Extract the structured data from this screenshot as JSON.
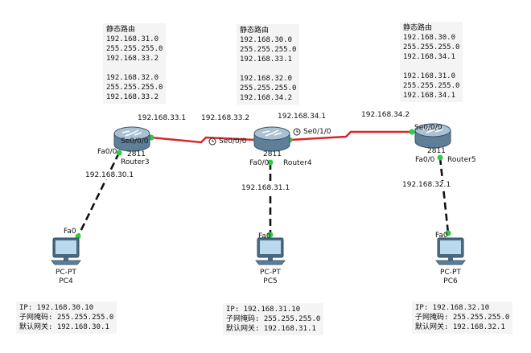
{
  "notes": {
    "router3": {
      "title": "静态路由",
      "lines": [
        "192.168.31.0",
        "255.255.255.0",
        "192.168.33.2",
        "",
        "192.168.32.0",
        "255.255.255.0",
        "192.168.33.2"
      ]
    },
    "router4": {
      "title": "静态路由",
      "lines": [
        "192.168.30.0",
        "255.255.255.0",
        "192.168.33.1",
        "",
        "192.168.32.0",
        "255.255.255.0",
        "192.168.34.2"
      ]
    },
    "router5": {
      "title": "静态路由",
      "lines": [
        "192.168.30.0",
        "255.255.255.0",
        "192.168.34.1",
        "",
        "192.168.31.0",
        "255.255.255.0",
        "192.168.34.1"
      ]
    },
    "pc4": [
      "IP: 192.168.30.10",
      "子网掩码: 255.255.255.0",
      "默认网关: 192.168.30.1"
    ],
    "pc5": [
      "IP: 192.168.31.10",
      "子网掩码: 255.255.255.0",
      "默认网关: 192.168.31.1"
    ],
    "pc6": [
      "IP: 192.168.32.10",
      "子网掩码: 255.255.255.0",
      "默认网关: 192.168.32.1"
    ]
  },
  "routers": {
    "r3": {
      "model": "2811",
      "name": "Router3"
    },
    "r4": {
      "model": "2811",
      "name": "Router4"
    },
    "r5": {
      "model": "2811",
      "name": "Router5"
    }
  },
  "pcs": {
    "pc4": {
      "type": "PC-PT",
      "name": "PC4",
      "port": "Fa0"
    },
    "pc5": {
      "type": "PC-PT",
      "name": "PC5",
      "port": "Fa0"
    },
    "pc6": {
      "type": "PC-PT",
      "name": "PC6",
      "port": "Fa0"
    }
  },
  "links": {
    "r3_r4": {
      "ip_left": "192.168.33.1",
      "ip_right": "192.168.33.2",
      "port_left": "Se0/0/0",
      "port_right": "Se0/0/0"
    },
    "r4_r5": {
      "ip_left": "192.168.34.1",
      "ip_right": "192.168.34.2",
      "port_left": "Se0/1/0",
      "port_right": "Se0/0/0"
    },
    "r3_pc4": {
      "ip": "192.168.30.1",
      "port": "Fa0/0"
    },
    "r4_pc5": {
      "ip": "192.168.31.1",
      "port": "Fa0/0"
    },
    "r5_pc6": {
      "ip": "192.168.32.1",
      "port": "Fa0/0"
    }
  },
  "colors": {
    "serial": "#d9262c",
    "ethernet": "#111111",
    "port_dot": "#2ecc40",
    "router_body": "#6d8da6"
  }
}
